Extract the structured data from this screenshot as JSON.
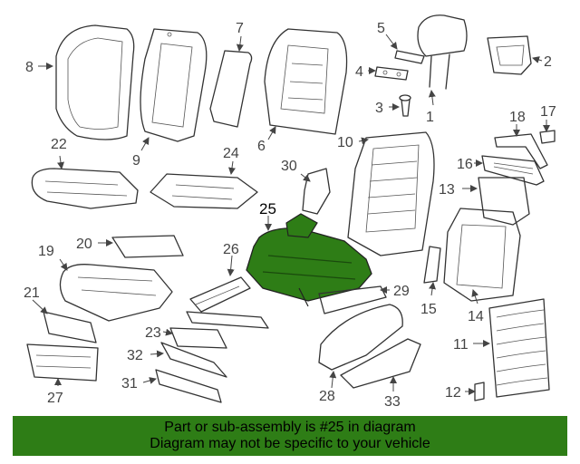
{
  "highlight_color": "#2e7d16",
  "highlight_part": "25",
  "callouts": {
    "c1": "1",
    "c2": "2",
    "c3": "3",
    "c4": "4",
    "c5": "5",
    "c6": "6",
    "c7": "7",
    "c8": "8",
    "c9": "9",
    "c10": "10",
    "c11": "11",
    "c12": "12",
    "c13": "13",
    "c14": "14",
    "c15": "15",
    "c16": "16",
    "c17": "17",
    "c18": "18",
    "c19": "19",
    "c20": "20",
    "c21": "21",
    "c22": "22",
    "c23": "23",
    "c24": "24",
    "c25": "25",
    "c26": "26",
    "c27": "27",
    "c28": "28",
    "c29": "29",
    "c30": "30",
    "c31": "31",
    "c32": "32",
    "c33": "33"
  },
  "banner": {
    "line1": "Part or sub-assembly is #25 in diagram",
    "line2": "Diagram may not be specific to your vehicle"
  }
}
